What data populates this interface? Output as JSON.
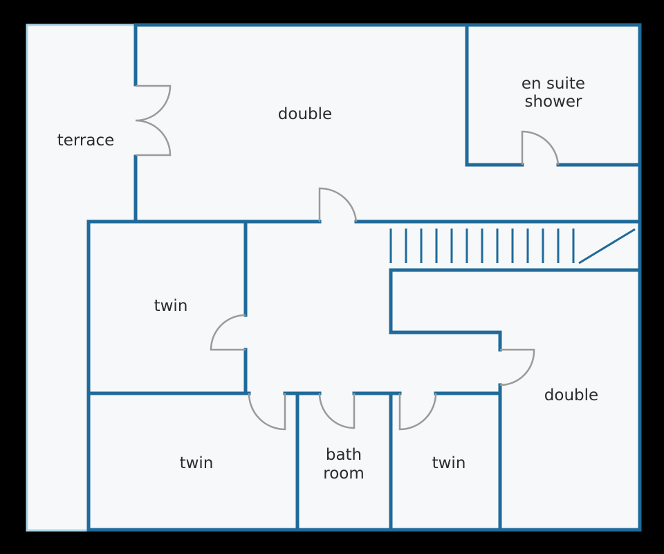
{
  "colors": {
    "background": "#000000",
    "floor": "#f7f8f9",
    "wall": "#1f6a9a",
    "door": "#9a9a9a",
    "text": "#2b2b2b"
  },
  "rooms": {
    "terrace": "terrace",
    "double_top": "double",
    "en_suite_line1": "en suite",
    "en_suite_line2": "shower",
    "twin_upper_left": "twin",
    "twin_lower_left": "twin",
    "bath_line1": "bath",
    "bath_line2": "room",
    "twin_lower_mid": "twin",
    "double_right": "double"
  }
}
